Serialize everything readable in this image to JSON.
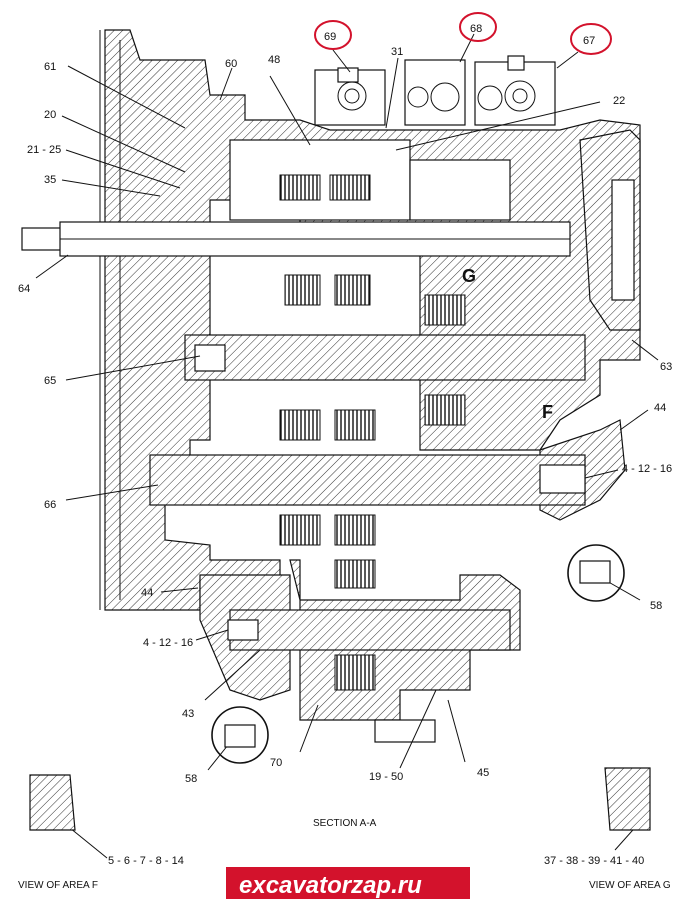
{
  "callouts": {
    "c69": "69",
    "c68": "68",
    "c67": "67",
    "c31": "31",
    "c22": "22",
    "c61": "61",
    "c60": "60",
    "c48": "48",
    "c20": "20",
    "c21_25": "21 - 25",
    "c35": "35",
    "c64": "64",
    "c65": "65",
    "c63": "63",
    "c44a": "44",
    "c4_12_16a": "4 - 12 - 16",
    "c66": "66",
    "c58a": "58",
    "c44b": "44",
    "c4_12_16b": "4 - 12 - 16",
    "c43": "43",
    "c58b": "58",
    "c70": "70",
    "c19_50": "19 - 50",
    "c45": "45",
    "c5_8_14": "5 - 6 - 7 - 8 - 14",
    "c37_40": "37 - 38 - 39 - 41 - 40"
  },
  "section_marks": {
    "g": "G",
    "f": "F"
  },
  "captions": {
    "section": "SECTION A-A",
    "view_f": "VIEW OF AREA F",
    "view_g": "VIEW OF AREA G"
  },
  "watermark": "excavatorzap.ru",
  "colors": {
    "highlight": "#d3122c",
    "watermark_bg": "#d3122c",
    "ink": "#111111"
  }
}
